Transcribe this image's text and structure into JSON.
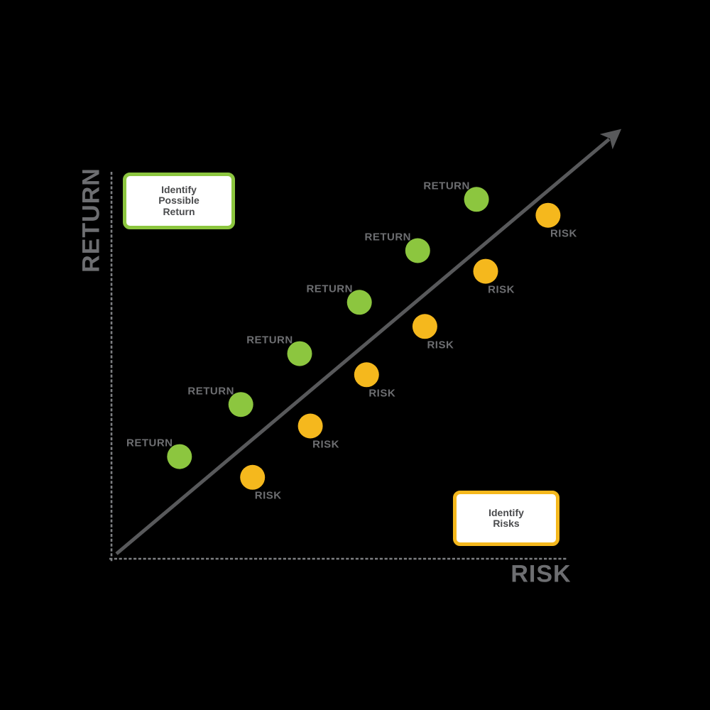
{
  "background_color": "#000000",
  "axes": {
    "y_label": "RETURN",
    "x_label": "RISK"
  },
  "annotations": {
    "return_box": {
      "lines": [
        "Identify",
        "Possible",
        "Return"
      ],
      "border_color": "#8CC63F"
    },
    "risk_box": {
      "lines": [
        "Identify",
        "Risks"
      ],
      "border_color": "#F5B81D"
    }
  },
  "colors": {
    "background": "#000000",
    "return_points": "#8CC63F",
    "risk_points": "#F5B81D",
    "trend_arrow": "#58595B",
    "axis_dashes": "#7E8083",
    "label_gray": "#6D6E71",
    "box_text": "#4A4B4D",
    "box_fill": "#FFFFFF"
  },
  "chart_data": {
    "type": "scatter",
    "title": "",
    "xlabel": "RISK",
    "ylabel": "RETURN",
    "axis_ranges": {
      "x": [
        0,
        100
      ],
      "y": [
        0,
        100
      ]
    },
    "grid": false,
    "legend": "none",
    "axis_style": "dashed conceptual axes without tick labels",
    "trend_arrow": {
      "from": {
        "x": 1,
        "y": 1
      },
      "to": {
        "x": 100,
        "y": 100
      }
    },
    "series": [
      {
        "name": "RETURN",
        "color": "#8CC63F",
        "point_label": "RETURN",
        "points": [
          {
            "x": 13.3,
            "y": 23.7
          },
          {
            "x": 25.3,
            "y": 35.8
          },
          {
            "x": 36.8,
            "y": 47.6
          },
          {
            "x": 48.5,
            "y": 59.5
          },
          {
            "x": 59.9,
            "y": 71.5
          },
          {
            "x": 71.4,
            "y": 83.4
          }
        ]
      },
      {
        "name": "RISK",
        "color": "#F5B81D",
        "point_label": "RISK",
        "points": [
          {
            "x": 27.6,
            "y": 18.9
          },
          {
            "x": 38.9,
            "y": 30.8
          },
          {
            "x": 49.9,
            "y": 42.7
          },
          {
            "x": 61.3,
            "y": 53.9
          },
          {
            "x": 73.2,
            "y": 66.7
          },
          {
            "x": 85.4,
            "y": 79.7
          }
        ]
      }
    ]
  }
}
